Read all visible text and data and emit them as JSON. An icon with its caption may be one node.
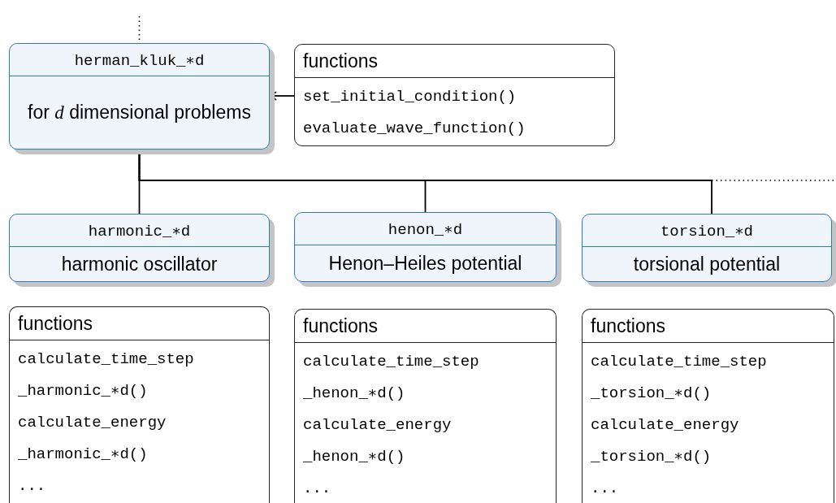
{
  "diagram": {
    "nodes": [
      {
        "text": [
          "herman_kluk_∗d",
          "for *d* dimensional problems"
        ]
      },
      {
        "text": [
          "functions",
          "set_initial_condition()",
          "evaluate_wave_function()"
        ]
      },
      {
        "text": [
          "harmonic_∗d",
          "harmonic oscillator"
        ]
      },
      {
        "text": [
          "henon_∗d",
          "Henon–Heiles potential"
        ]
      },
      {
        "text": [
          "torsion_∗d",
          "torsional potential"
        ]
      },
      {
        "text": [
          "functions",
          "calculate_time_step _harmonic_∗d()",
          "calculate_energy _harmonic_∗d()",
          "..."
        ]
      },
      {
        "text": [
          "functions",
          "calculate_time_step _henon_∗d()",
          "calculate_energy _henon_∗d()",
          "..."
        ]
      },
      {
        "text": [
          "functions",
          "calculate_time_step _torsion_∗d()",
          "calculate_energy _torsion_∗d()",
          "..."
        ]
      }
    ],
    "edges": [
      {
        "from": null,
        "to": 0,
        "arrow": "none",
        "style": "dashed"
      },
      {
        "from": 1,
        "to": 0,
        "arrow": "to"
      },
      {
        "from": 0,
        "to": 2,
        "arrow": "none"
      },
      {
        "from": 0,
        "to": 3,
        "arrow": "none"
      },
      {
        "from": 0,
        "to": 4,
        "arrow": "none"
      },
      {
        "from": 0,
        "to": null,
        "arrow": "none",
        "style": "dashed"
      }
    ]
  }
}
